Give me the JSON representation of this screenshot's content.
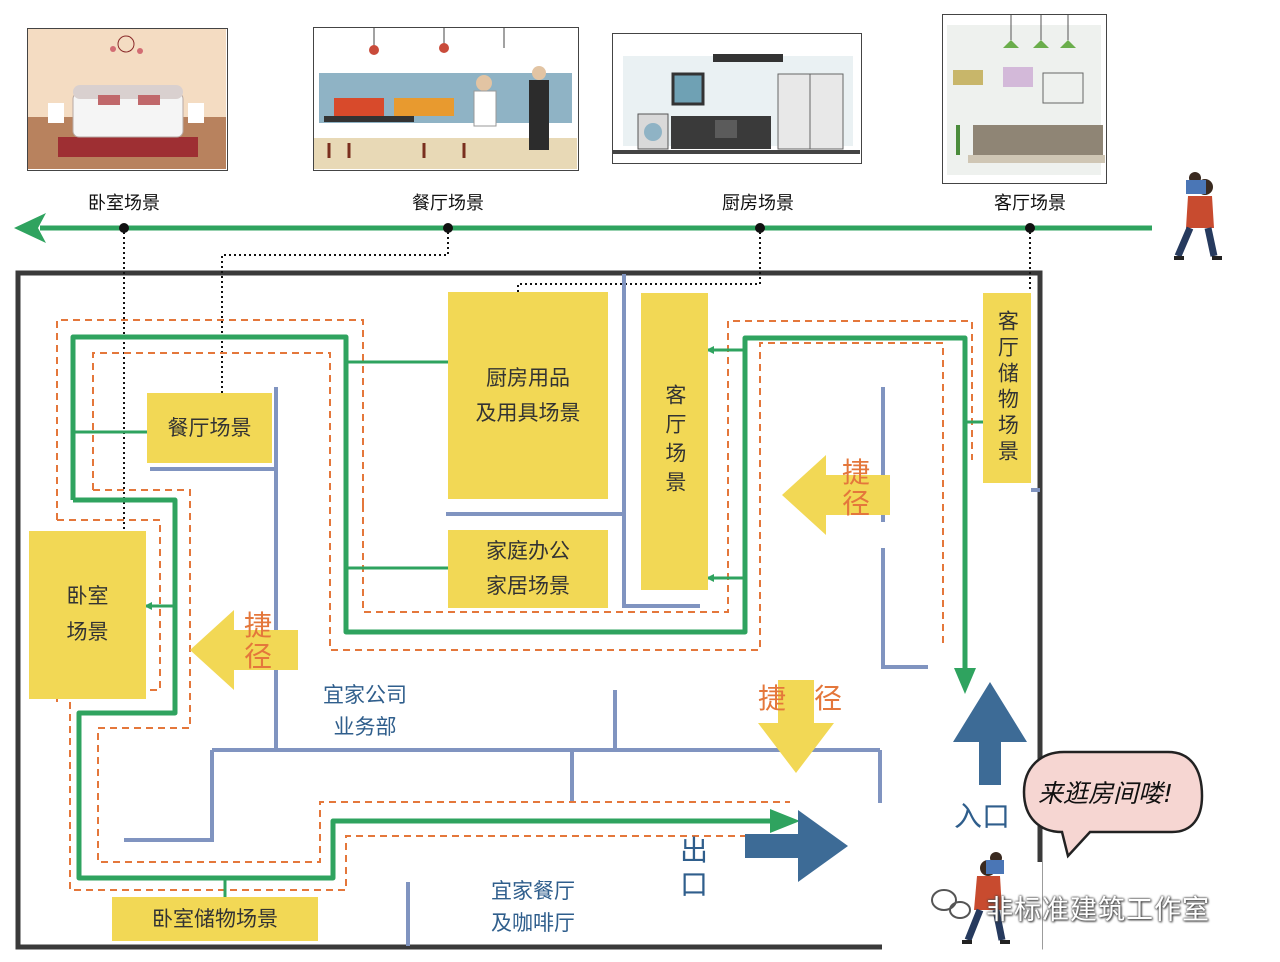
{
  "top_scenes": [
    {
      "label": "卧室场景",
      "image": "bedroom-illustration"
    },
    {
      "label": "餐厅场景",
      "image": "dining-room-illustration"
    },
    {
      "label": "厨房场景",
      "image": "kitchen-illustration"
    },
    {
      "label": "客厅场景",
      "image": "living-room-illustration"
    }
  ],
  "zones": {
    "dining": "餐厅场景",
    "kitchen_l1": "厨房用品",
    "kitchen_l2": "及用具场景",
    "office_l1": "家庭办公",
    "office_l2": "家居场景",
    "living": "客厅场景",
    "living_storage": "客厅储物场景",
    "bedroom_l1": "卧室",
    "bedroom_l2": "场景",
    "bedroom_storage": "卧室储物场景"
  },
  "areas": {
    "company_l1": "宜家公司",
    "company_l2": "业务部",
    "cafe_l1": "宜家餐厅",
    "cafe_l2": "及咖啡厅"
  },
  "shortcut": {
    "char1": "捷",
    "char2": "径"
  },
  "entrance": "入口",
  "exit_c1": "出",
  "exit_c2": "口",
  "speech_bubble": "来逛房间喽!",
  "watermark": "非标准建筑工作室",
  "colors": {
    "path_green": "#2fa35f",
    "dashed_orange": "#e4773b",
    "zone_yellow": "#f2d855",
    "wall_blue": "#8094c0",
    "arrow_blue": "#3d6b96",
    "shortcut_arrow": "#f2d855"
  }
}
